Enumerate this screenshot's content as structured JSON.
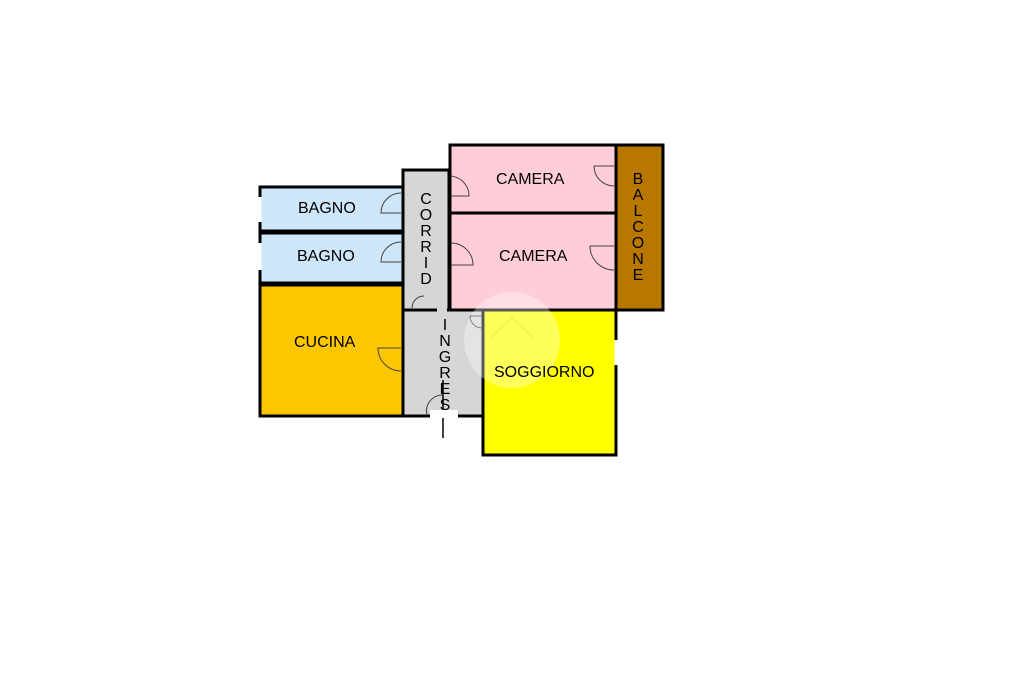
{
  "floorplan": {
    "rooms": {
      "bagno_1": {
        "label": "BAGNO",
        "color": "#cde6fa"
      },
      "bagno_2": {
        "label": "BAGNO",
        "color": "#cde6fa"
      },
      "cucina": {
        "label": "CUCINA",
        "color": "#fcc600"
      },
      "corridoio": {
        "label": "CORRID",
        "color": "#d6d6d6"
      },
      "ingresso": {
        "label": "INGRES",
        "color": "#d6d6d6"
      },
      "camera_1": {
        "label": "CAMERA",
        "color": "#ffcdd8"
      },
      "camera_2": {
        "label": "CAMERA",
        "color": "#ffcdd8"
      },
      "soggiorno": {
        "label": "SOGGIORNO",
        "color": "#ffff00"
      },
      "balcone": {
        "label": "BALCONE",
        "color": "#b87800"
      }
    }
  }
}
